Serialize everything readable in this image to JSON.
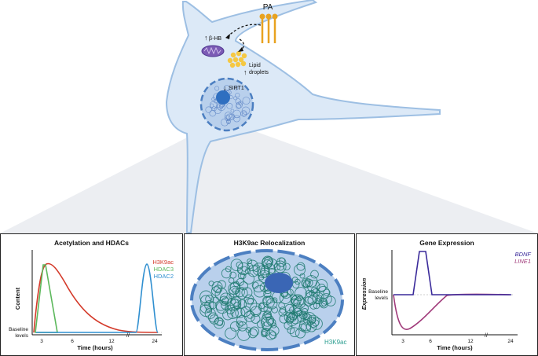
{
  "cell": {
    "pa_label": "PA",
    "bhb_label": "β-HB",
    "lipid_label_line1": "Lipid",
    "lipid_label_line2": "droplets",
    "sirt1_label": "SIRT1",
    "arrow_up": "↑",
    "arrow_down": "↓"
  },
  "panels": {
    "acetylation": {
      "title": "Acetylation and HDACs",
      "ylabel": "Content",
      "xlabel": "Time (hours)",
      "baseline_line1": "Baseline",
      "baseline_line2": "levels",
      "legend": [
        {
          "label": "H3K9ac",
          "color": "#d43a2a"
        },
        {
          "label": "HDAC3",
          "color": "#5cb85c"
        },
        {
          "label": "HDAC2",
          "color": "#2f8fd0"
        }
      ],
      "ticks": [
        "3",
        "6",
        "12",
        "24"
      ]
    },
    "relocalization": {
      "title": "H3K9ac Relocalization",
      "label": "H3K9ac"
    },
    "expression": {
      "title": "Gene Expression",
      "ylabel": "Expression",
      "xlabel": "Time (hours)",
      "baseline_line1": "Baseline",
      "baseline_line2": "levels",
      "legend": [
        {
          "label": "BDNF",
          "color": "#3a2a9a"
        },
        {
          "label": "LINE1",
          "color": "#a03a7a"
        }
      ],
      "ticks": [
        "3",
        "6",
        "12",
        "24"
      ]
    }
  },
  "colors": {
    "cell_fill": "#dce9f7",
    "cell_stroke": "#9dbfe3",
    "cone_fill": "#eceef2",
    "nucleus": "#8fb3de",
    "nucleolus": "#2f6fc0",
    "mito": "#7c5bb5",
    "lipid": "#f5c842",
    "pa": "#e8a21f",
    "chromatin": "#1f7a70"
  }
}
